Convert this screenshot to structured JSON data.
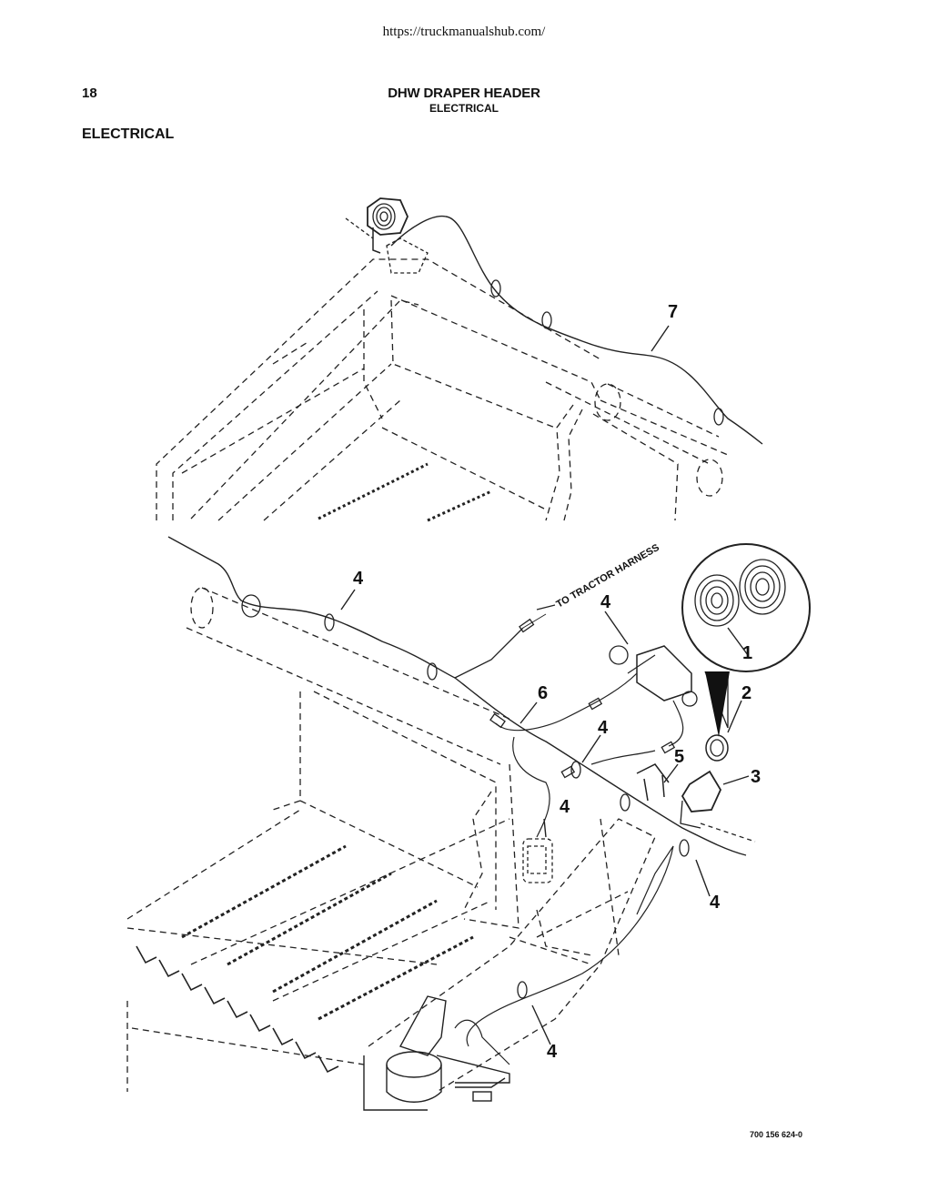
{
  "header": {
    "url": "https://truckmanualshub.com/",
    "page_number": "18",
    "title": "DHW DRAPER HEADER",
    "subtitle": "ELECTRICAL"
  },
  "section_title": "ELECTRICAL",
  "figure": {
    "callouts": {
      "c1": "1",
      "c2": "2",
      "c3": "3",
      "c4a": "4",
      "c4b": "4",
      "c4c": "4",
      "c4d": "4",
      "c4e": "4",
      "c4f": "4",
      "c5": "5",
      "c6": "6",
      "c7": "7"
    },
    "harness_label": "TO TRACTOR HARNESS",
    "part_number": "700 156 624-0"
  }
}
